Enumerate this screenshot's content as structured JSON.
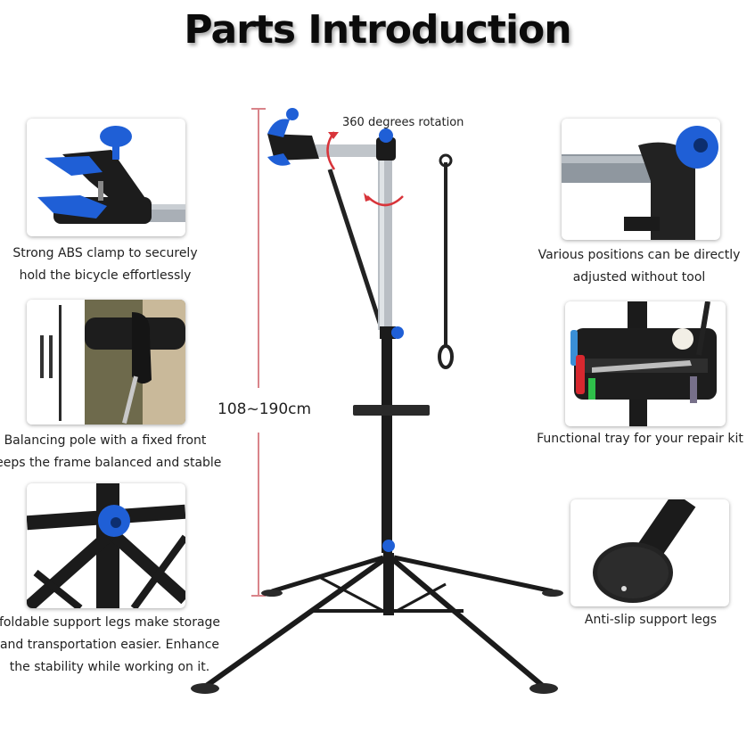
{
  "title": "Parts Introduction",
  "stand": {
    "rotation_label": "360 degrees rotation",
    "height_label": "108~190cm",
    "colors": {
      "knob_blue": "#1f5fd6",
      "frame_black": "#1b1b1b",
      "tube_silver": "#b9bec4",
      "arrow_red": "#d8343a",
      "measure_line": "#d9848a"
    }
  },
  "parts": {
    "clamp": {
      "lines": [
        "Strong ABS clamp to securely",
        "hold the bicycle effortlessly"
      ]
    },
    "balancing_pole": {
      "lines": [
        "Balancing pole with a fixed front",
        "keeps the frame balanced and stable"
      ]
    },
    "legs": {
      "lines": [
        "foldable support legs make storage",
        "and transportation easier. Enhance",
        "the stability while working on it."
      ]
    },
    "positions": {
      "lines": [
        "Various positions can be directly",
        "adjusted without tool"
      ]
    },
    "tray": {
      "lines": [
        "Functional tray for your repair kit"
      ]
    },
    "anti_slip": {
      "lines": [
        "Anti-slip support legs"
      ]
    }
  }
}
